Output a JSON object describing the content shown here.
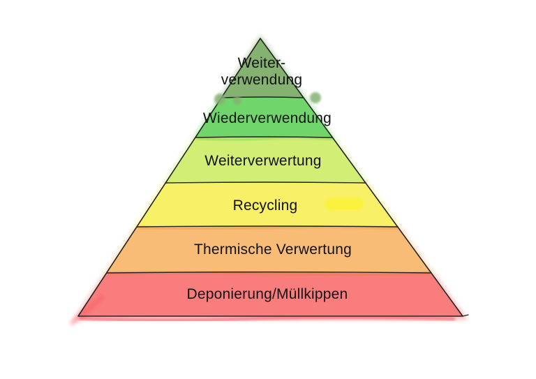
{
  "diagram": {
    "type": "pyramid",
    "background_color": "#ffffff",
    "outline_color": "#222222",
    "label_color": "#111111",
    "levels": [
      {
        "name": "weiterverwendung",
        "lines": [
          "Weiter-",
          "verwendung"
        ],
        "color": "#85b271"
      },
      {
        "name": "wiederverwendung",
        "label": "Wiederverwendung",
        "color": "#70d66b"
      },
      {
        "name": "weiterverwertung",
        "label": "Weiterverwertung",
        "color": "#d2ee74"
      },
      {
        "name": "recycling",
        "label": "Recycling",
        "color": "#f8f066"
      },
      {
        "name": "thermische-verwertung",
        "label": "Thermische Verwertung",
        "color": "#f8bc77"
      },
      {
        "name": "deponierung-muellkippen",
        "label": "Deponierung/Müllkippen",
        "color": "#fa7d7d"
      }
    ],
    "marker_accents": {
      "green_dab": "#84b173",
      "green_wave": "#8ade57",
      "orange_wave": "#f5a049",
      "red_orange_wave": "#ef7a50",
      "red_wave": "#f4575e",
      "yellow_highlight": "#fbf335"
    }
  }
}
